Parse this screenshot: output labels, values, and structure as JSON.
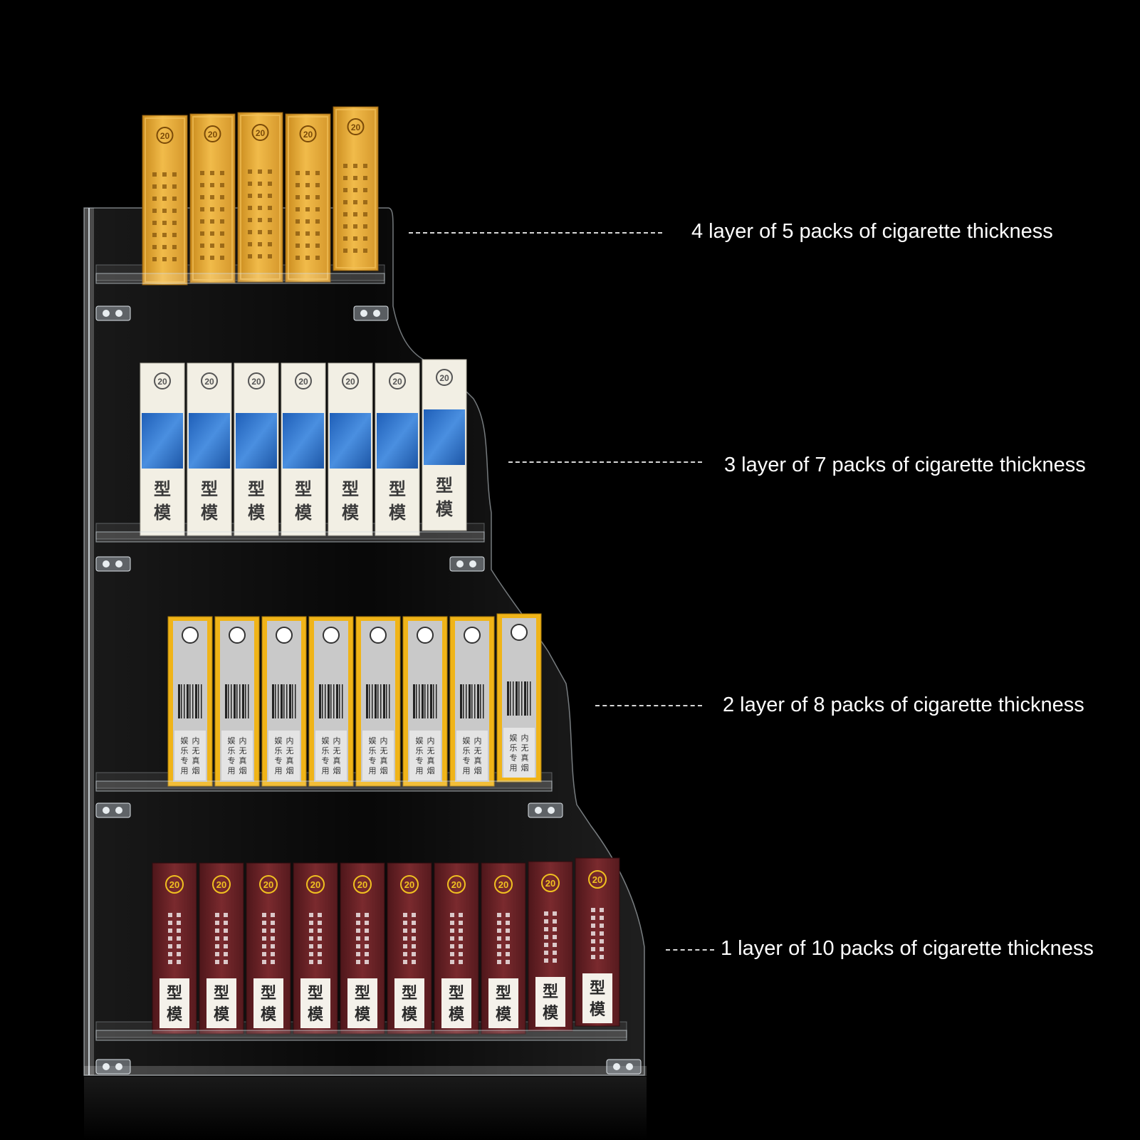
{
  "colors": {
    "background": "#000000",
    "callout_text": "#ffffff",
    "leader_line": "#d8d8d8",
    "acrylic": "#cfd8de"
  },
  "pack_count_mark": "20",
  "shelves": [
    {
      "label": "4 layer of 5 packs of cigarette thickness",
      "pack_count": 5,
      "pack_style": "gold",
      "pack_colors": {
        "body": "#e6a830",
        "band": "#f2c15a",
        "text": "#8a5a10"
      }
    },
    {
      "label": "3 layer of 7 packs of cigarette thickness",
      "pack_count": 7,
      "pack_style": "white-blue",
      "pack_colors": {
        "body": "#f2efe4",
        "band": "#2a6fc4",
        "text": "#3a3a3a"
      },
      "pack_text": "模型"
    },
    {
      "label": "2 layer of 8 packs of cigarette thickness",
      "pack_count": 8,
      "pack_style": "yellow-grey",
      "pack_colors": {
        "body": "#f0b418",
        "band": "#c9c9c9",
        "text": "#333333"
      },
      "pack_text": [
        "内无真烟",
        "娱乐专用"
      ]
    },
    {
      "label": "1 layer of 10 packs of cigarette thickness",
      "pack_count": 10,
      "pack_style": "maroon",
      "pack_colors": {
        "body": "#6a2226",
        "band": "#f4f1ea",
        "text": "#f0c020"
      },
      "pack_text": "模型"
    }
  ]
}
